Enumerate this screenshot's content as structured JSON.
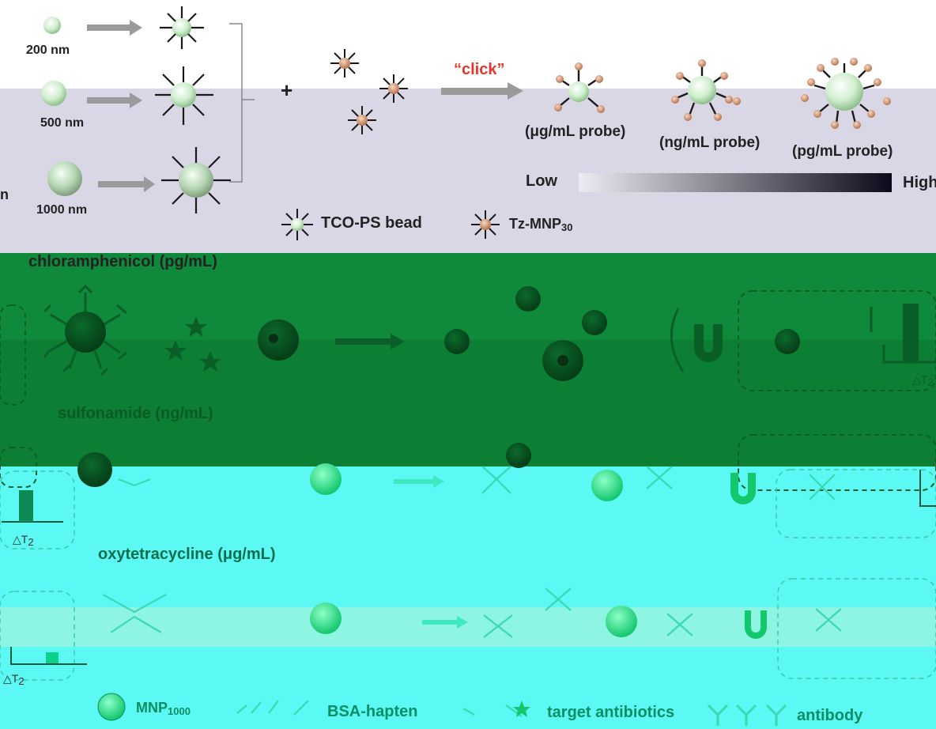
{
  "top": {
    "sizes": [
      "200 nm",
      "500 nm",
      "1000 nm"
    ],
    "click_label": "“click”",
    "probe_labels": [
      "(μg/mL probe)",
      "(ng/mL probe)",
      "(pg/mL probe)"
    ],
    "gradient": {
      "low": "Low",
      "high": "High"
    },
    "legend": {
      "tco": "TCO-PS bead",
      "tz": "Tz-MNP",
      "tz_sub": "30"
    },
    "plus": "+",
    "cut_label": "n"
  },
  "rows": [
    {
      "title": "chloramphenicol (pg/mL)"
    },
    {
      "title": "sulfonamide (ng/mL)"
    },
    {
      "title": "oxytetracycline (μg/mL)"
    }
  ],
  "delta_t": {
    "symbol": "△T",
    "sub": "2"
  },
  "bottom_legend": {
    "mnp": "MNP",
    "mnp_sub": "1000",
    "bsa": "BSA-hapten",
    "target": "target antibiotics",
    "antibody": "antibody"
  },
  "colors": {
    "lavender": "#d9d6e6",
    "green": "#0e8a3a",
    "cyan": "#5cf8f4",
    "click_red": "#e8352a",
    "bead_green": "#cfeecd",
    "mnp_tan": "#c98b68"
  }
}
